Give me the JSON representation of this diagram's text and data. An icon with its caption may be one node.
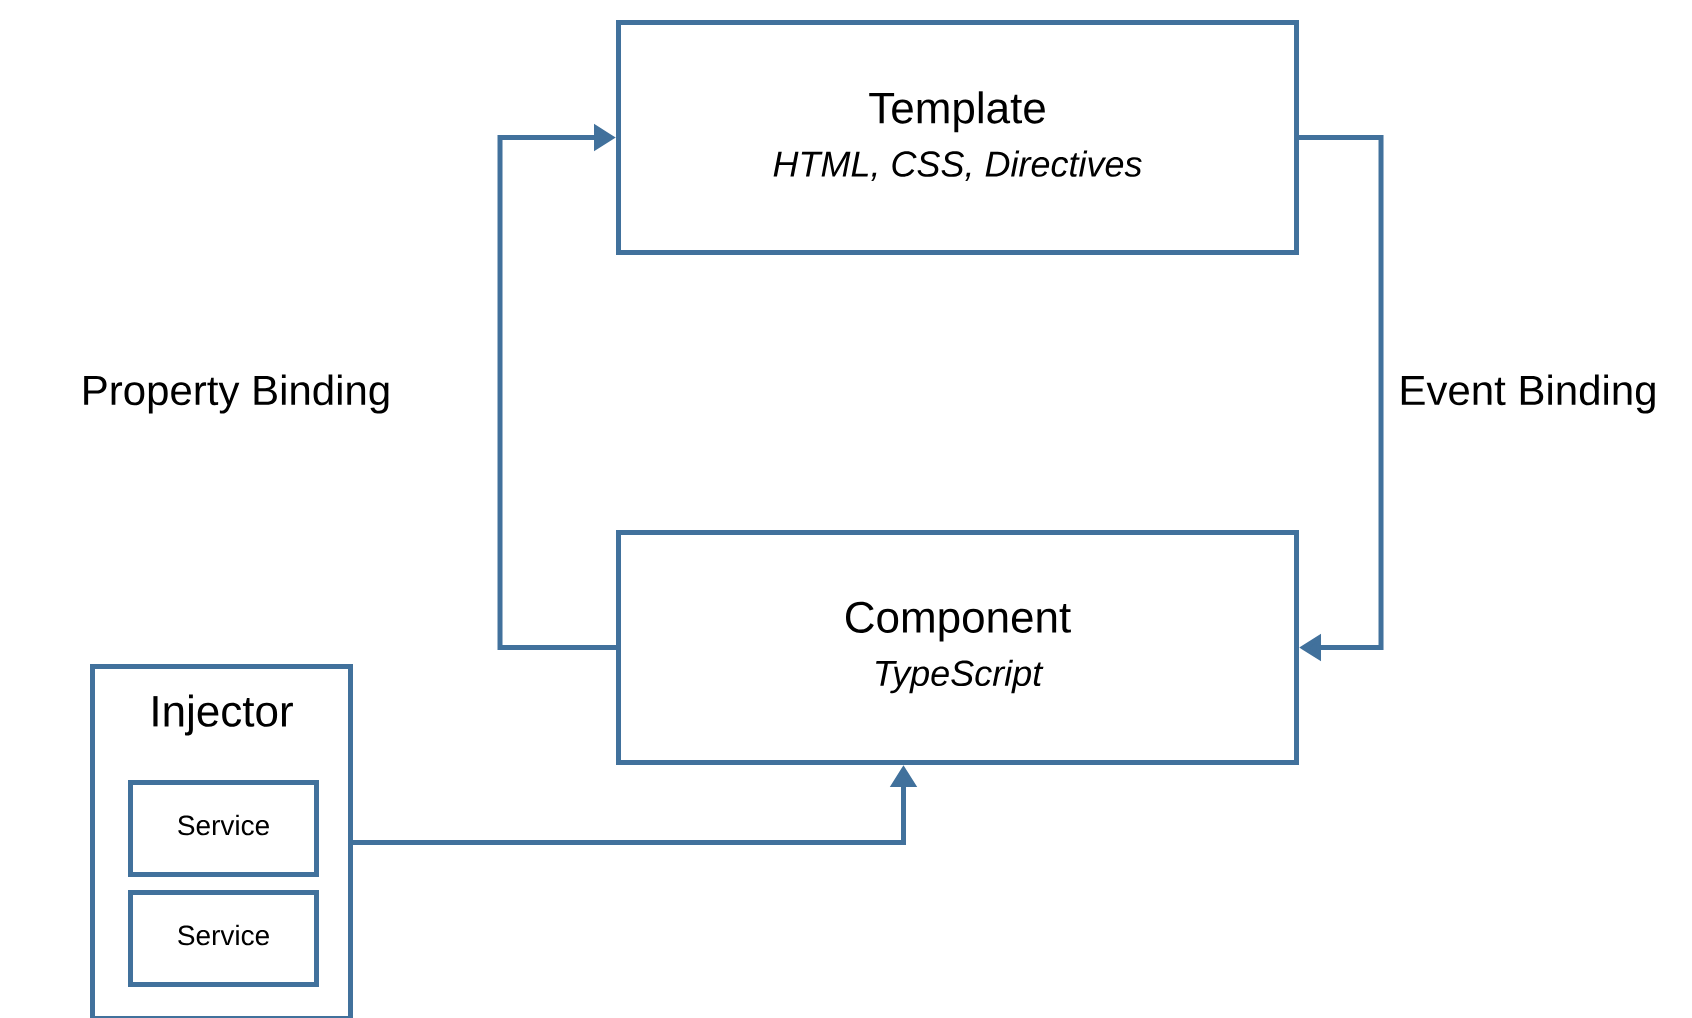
{
  "diagram": {
    "nodes": [
      {
        "text": [
          "Template",
          "HTML, CSS, Directives"
        ]
      },
      {
        "text": [
          "Component",
          "TypeScript"
        ]
      },
      {
        "text": [
          "Injector"
        ]
      },
      {
        "text": [
          "Service"
        ],
        "in": 2
      },
      {
        "text": [
          "Service"
        ],
        "in": 2
      }
    ],
    "edges": [
      {
        "from": 1,
        "to": 0,
        "arrow": "to",
        "label": "Property Binding"
      },
      {
        "from": 0,
        "to": 1,
        "arrow": "to",
        "label": "Event Binding"
      },
      {
        "from": 2,
        "to": 1,
        "arrow": "to"
      }
    ]
  }
}
